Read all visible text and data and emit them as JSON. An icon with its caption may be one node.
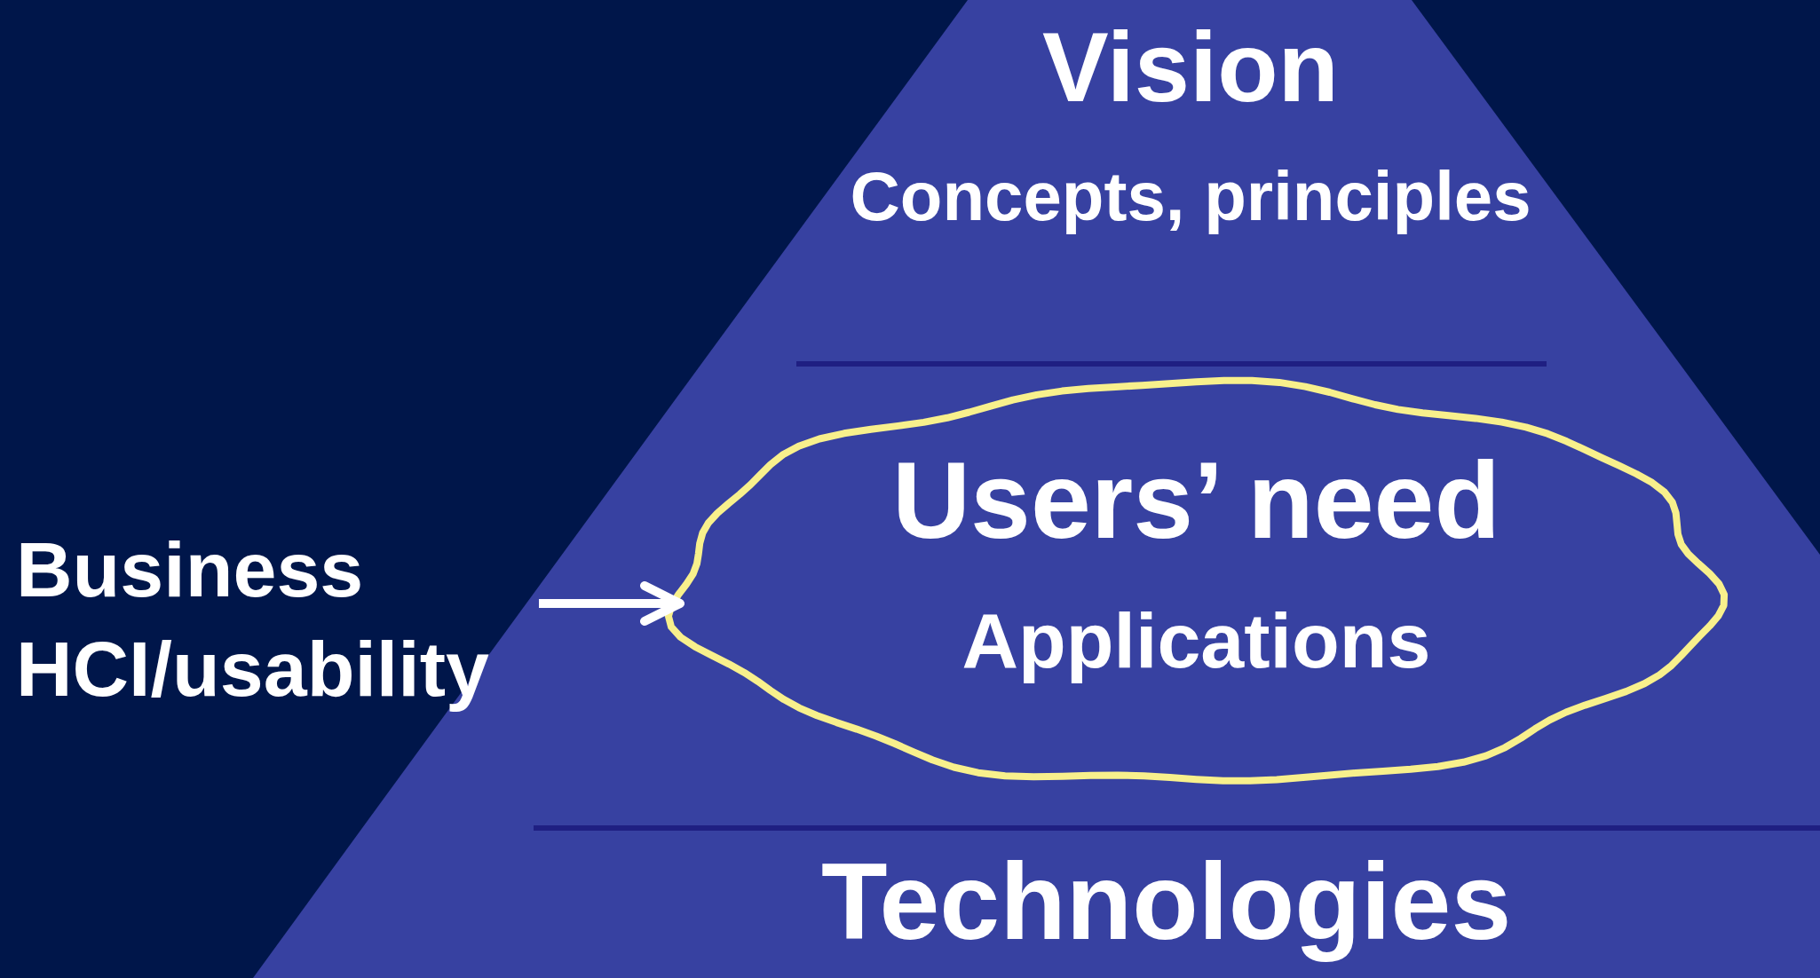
{
  "diagram": {
    "nodes": [
      {
        "text": [
          "Vision",
          "Concepts, principles"
        ]
      },
      {
        "text": [],
        "shape": "band"
      },
      {
        "text": [
          "Users’ need",
          "Applications"
        ],
        "in": 1
      },
      {
        "text": [
          "Technologies"
        ]
      },
      {
        "text": [
          "Business",
          "HCI/usability"
        ]
      }
    ],
    "edges": [
      {
        "from": 4,
        "to": 2,
        "arrow": "to"
      }
    ]
  }
}
